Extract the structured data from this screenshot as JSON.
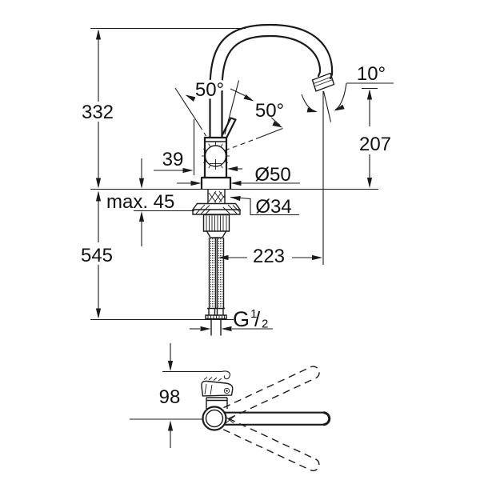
{
  "colors": {
    "line": "#1b1b1b",
    "text": "#111111",
    "background": "#ffffff"
  },
  "front_view": {
    "spout_height": "332",
    "total_height_with_hoses": "545",
    "max_deck_thickness": "max. 45",
    "handle_clearance": "39",
    "base_diameter": "Ø50",
    "hole_diameter": "Ø34",
    "spout_reach": "223",
    "outlet_height": "207",
    "outlet_angle": "10°",
    "handle_swing_left": "50°",
    "handle_swing_right": "50°",
    "connection_thread": {
      "letter": "G",
      "numerator": "1",
      "fraction_slash": "/",
      "denominator": "2"
    }
  },
  "top_view": {
    "handle_projection": "98"
  }
}
